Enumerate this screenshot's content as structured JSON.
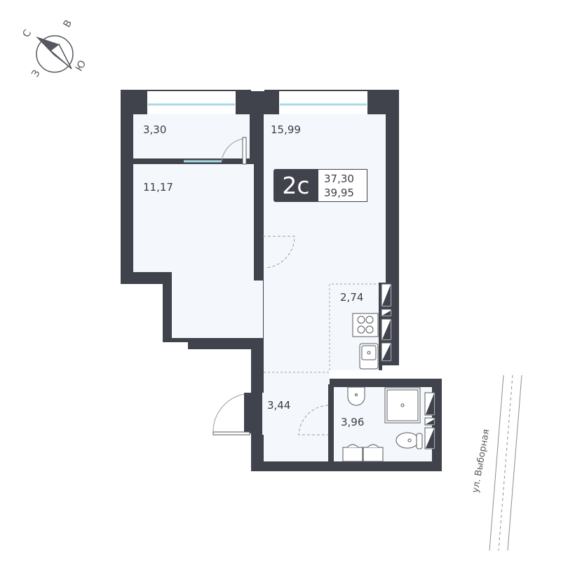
{
  "apartment": {
    "type_label": "2с",
    "living_area": "37,30",
    "total_area": "39,95"
  },
  "rooms": [
    {
      "id": "loggia",
      "area": "3,30"
    },
    {
      "id": "bedroom",
      "area": "11,17"
    },
    {
      "id": "living-room",
      "area": "15,99"
    },
    {
      "id": "kitchen-zone",
      "area": "2,74"
    },
    {
      "id": "hallway",
      "area": "3,44"
    },
    {
      "id": "bathroom",
      "area": "3,96"
    }
  ],
  "compass": {
    "north": "С",
    "east": "В",
    "south": "Ю",
    "west": "З"
  },
  "street": {
    "name": "ул. Выборная"
  },
  "colors": {
    "wall": "#40434b",
    "floor": "#f4f8fc",
    "window_glass": "#a9dbe6",
    "text": "#3b3e46"
  }
}
